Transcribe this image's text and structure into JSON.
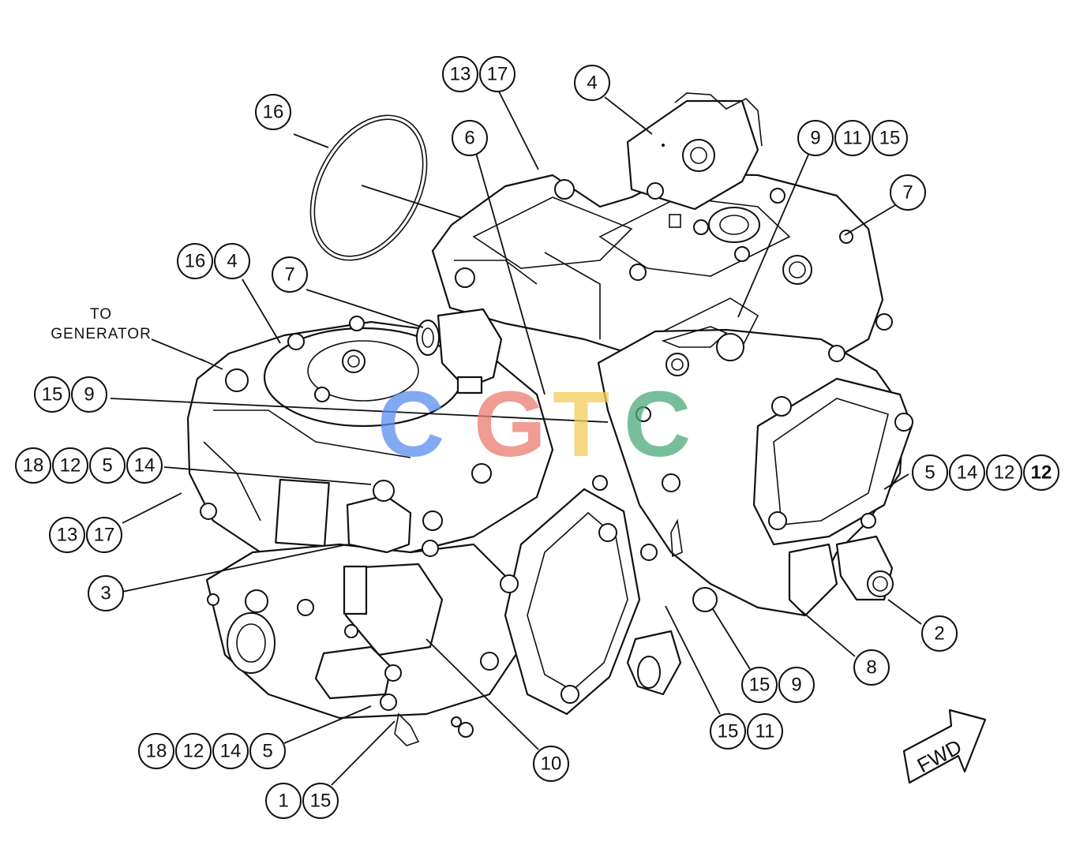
{
  "watermark": {
    "letters": [
      {
        "text": "C",
        "color": "#5b8def"
      },
      {
        "text": "G",
        "color": "#ea7b70"
      },
      {
        "text": "T",
        "color": "#f2cc55"
      },
      {
        "text": "C",
        "color": "#4aaa7c"
      }
    ]
  },
  "labels": {
    "to_generator_line1": "TO",
    "to_generator_line2": "GENERATOR",
    "fwd": "FWD"
  },
  "callouts": [
    {
      "id": "c-13-17-top",
      "numbers": [
        "13",
        "17"
      ]
    },
    {
      "id": "c-4-top",
      "numbers": [
        "4"
      ]
    },
    {
      "id": "c-16-top",
      "numbers": [
        "16"
      ]
    },
    {
      "id": "c-6",
      "numbers": [
        "6"
      ]
    },
    {
      "id": "c-9-11-15",
      "numbers": [
        "9",
        "11",
        "15"
      ]
    },
    {
      "id": "c-7-right",
      "numbers": [
        "7"
      ]
    },
    {
      "id": "c-16-4",
      "numbers": [
        "16",
        "4"
      ]
    },
    {
      "id": "c-7-left",
      "numbers": [
        "7"
      ]
    },
    {
      "id": "c-15-9-left",
      "numbers": [
        "15",
        "9"
      ]
    },
    {
      "id": "c-18-12-5-14",
      "numbers": [
        "18",
        "12",
        "5",
        "14"
      ]
    },
    {
      "id": "c-5-14-12-12",
      "numbers": [
        "5",
        "14",
        "12",
        "12"
      ]
    },
    {
      "id": "c-13-17-left",
      "numbers": [
        "13",
        "17"
      ]
    },
    {
      "id": "c-3",
      "numbers": [
        "3"
      ]
    },
    {
      "id": "c-2",
      "numbers": [
        "2"
      ]
    },
    {
      "id": "c-8",
      "numbers": [
        "8"
      ]
    },
    {
      "id": "c-15-9-bottom",
      "numbers": [
        "15",
        "9"
      ]
    },
    {
      "id": "c-15-11",
      "numbers": [
        "15",
        "11"
      ]
    },
    {
      "id": "c-10",
      "numbers": [
        "10"
      ]
    },
    {
      "id": "c-18-12-14-5",
      "numbers": [
        "18",
        "12",
        "14",
        "5"
      ]
    },
    {
      "id": "c-1-15",
      "numbers": [
        "1",
        "15"
      ]
    }
  ]
}
